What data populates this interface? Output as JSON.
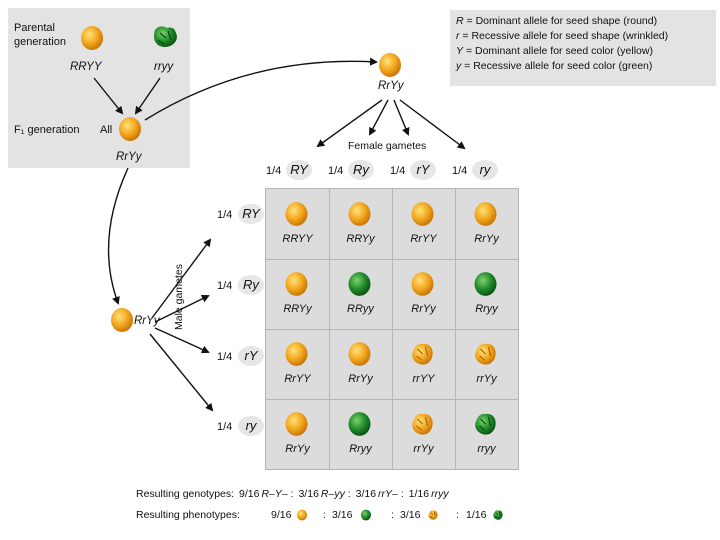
{
  "legend": {
    "R": {
      "symbol": "R",
      "text": "= Dominant allele for seed shape (round)"
    },
    "r": {
      "symbol": "r",
      "text": "= Recessive allele for seed shape (wrinkled)"
    },
    "Y": {
      "symbol": "Y",
      "text": "= Dominant allele for seed color (yellow)"
    },
    "y": {
      "symbol": "y",
      "text": "= Recessive allele for seed color (green)"
    }
  },
  "parental": {
    "label_line1": "Parental",
    "label_line2": "generation",
    "round_yellow_genotype": "RRYY",
    "wrinkled_green_genotype": "rryy"
  },
  "f1": {
    "label": "F₁ generation",
    "all": "All",
    "genotype": "RrYy"
  },
  "female": {
    "parent_genotype": "RrYy",
    "label": "Female gametes",
    "gametes": [
      {
        "frac": "1/4",
        "allele": "RY"
      },
      {
        "frac": "1/4",
        "allele": "Ry"
      },
      {
        "frac": "1/4",
        "allele": "rY"
      },
      {
        "frac": "1/4",
        "allele": "ry"
      }
    ]
  },
  "male": {
    "parent_genotype": "RrYy",
    "label": "Male gametes",
    "gametes": [
      {
        "frac": "1/4",
        "allele": "RY"
      },
      {
        "frac": "1/4",
        "allele": "Ry"
      },
      {
        "frac": "1/4",
        "allele": "rY"
      },
      {
        "frac": "1/4",
        "allele": "ry"
      }
    ]
  },
  "grid": [
    [
      {
        "g": "RRYY",
        "pea": "round-yellow"
      },
      {
        "g": "RRYy",
        "pea": "round-yellow"
      },
      {
        "g": "RrYY",
        "pea": "round-yellow"
      },
      {
        "g": "RrYy",
        "pea": "round-yellow"
      }
    ],
    [
      {
        "g": "RRYy",
        "pea": "round-yellow"
      },
      {
        "g": "RRyy",
        "pea": "round-green"
      },
      {
        "g": "RrYy",
        "pea": "round-yellow"
      },
      {
        "g": "Rryy",
        "pea": "round-green"
      }
    ],
    [
      {
        "g": "RrYY",
        "pea": "round-yellow"
      },
      {
        "g": "RrYy",
        "pea": "round-yellow"
      },
      {
        "g": "rrYY",
        "pea": "wrinkled-yellow"
      },
      {
        "g": "rrYy",
        "pea": "wrinkled-yellow"
      }
    ],
    [
      {
        "g": "RrYy",
        "pea": "round-yellow"
      },
      {
        "g": "Rryy",
        "pea": "round-green"
      },
      {
        "g": "rrYy",
        "pea": "wrinkled-yellow"
      },
      {
        "g": "rryy",
        "pea": "wrinkled-green"
      }
    ]
  ],
  "results": {
    "genotypes_label": "Resulting genotypes:",
    "genotypes": [
      {
        "frac": "9/16",
        "g": "R–Y–"
      },
      {
        "frac": "3/16",
        "g": "R–yy"
      },
      {
        "frac": "3/16",
        "g": "rrY–"
      },
      {
        "frac": "1/16",
        "g": "rryy"
      }
    ],
    "phenotypes_label": "Resulting phenotypes:",
    "phenotypes": [
      {
        "frac": "9/16",
        "pea": "round-yellow"
      },
      {
        "frac": "3/16",
        "pea": "round-green"
      },
      {
        "frac": "3/16",
        "pea": "wrinkled-yellow"
      },
      {
        "frac": "1/16",
        "pea": "wrinkled-green"
      }
    ]
  },
  "colors": {
    "yellow_pea": "#f0a818",
    "green_pea": "#1f8a2a",
    "box_bg": "#e3e3e3",
    "arrow": "#111111"
  }
}
